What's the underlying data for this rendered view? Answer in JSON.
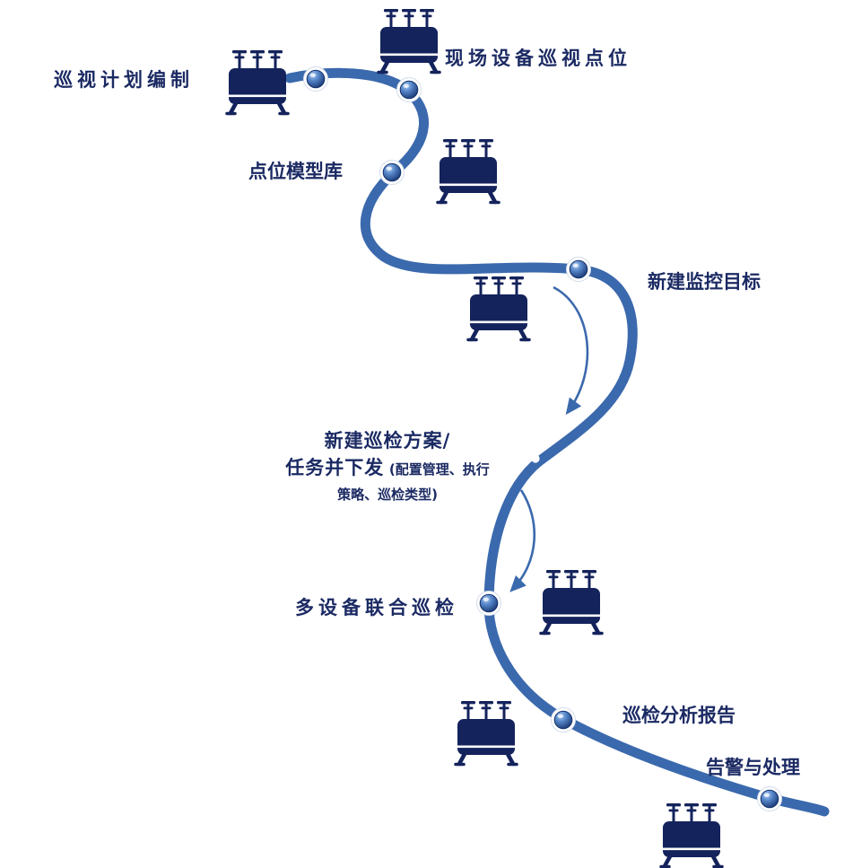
{
  "diagram": {
    "kind": "inspection-process-flow",
    "colors": {
      "path": "#3b69ad",
      "icon": "#14235c",
      "text": "#1b2a63",
      "node_core": "#2a5597"
    },
    "labels": {
      "plan_compile": "巡视计划编制",
      "site_points": "现场设备巡视点位",
      "point_model_lib": "点位模型库",
      "new_monitor_target": "新建监控目标",
      "new_plan": {
        "line1": "新建巡检方案/",
        "line2_main": "任务并下发",
        "line2_note": "(配置管理、执行",
        "line3_note": "策略、巡检类型)"
      },
      "multi_device": "多设备联合巡检",
      "analysis_report": "巡检分析报告",
      "alarm_handle": "告警与处理"
    },
    "icons": {
      "equipment": "transformer-icon",
      "waypoint": "node-sphere",
      "flow_hint": "curved-arrow-icon"
    }
  }
}
